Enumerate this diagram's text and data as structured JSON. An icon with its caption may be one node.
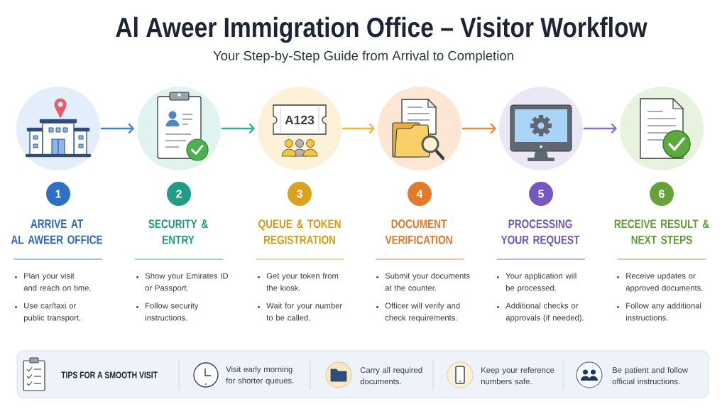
{
  "diagram": {
    "title": "Al Aweer Immigration Office – Visitor Workflow",
    "nodes": [
      {
        "text": [],
        "shape": "circle"
      },
      {
        "text": [],
        "shape": "circle"
      },
      {
        "text": [
          "A123"
        ]
      },
      {
        "text": [],
        "shape": "circle"
      },
      {
        "text": [],
        "shape": "circle"
      },
      {
        "text": [],
        "shape": "circle"
      },
      {
        "text": [
          "1"
        ],
        "beside": [
          "ARRIVE AT AL AWEER OFFICE",
          "Plan your visit and reach on time.",
          "Use car/taxi or public transport."
        ]
      },
      {
        "text": [
          "2"
        ],
        "beside": [
          "SECURITY & ENTRY",
          "Show your Emirates ID or Passport.",
          "Follow security instructions."
        ]
      },
      {
        "text": [
          "3"
        ],
        "beside": [
          "QUEUE & TOKEN REGISTRATION",
          "Get your token from the kiosk.",
          "Wait for your number to be called."
        ]
      },
      {
        "text": [
          "4"
        ],
        "beside": [
          "DOCUMENT VERIFICATION",
          "Submit your documents at the counter.",
          "Officer will verify and check requirements."
        ]
      },
      {
        "text": [
          "5"
        ],
        "beside": [
          "PROCESSING YOUR REQUEST",
          "Your application will be processed.",
          "Additional checks or approvals (if needed)."
        ]
      },
      {
        "text": [
          "6"
        ],
        "beside": [
          "RECEIVE RESULT & NEXT STEPS",
          "Receive updates or approved documents.",
          "Follow any additional instructions."
        ]
      },
      {
        "text": [
          "TIPS FOR A SMOOTH VISIT",
          "Visit early morning for shorter queues.",
          "Carry all required documents.",
          "Keep your reference numbers safe.",
          "Be patient and follow official instructions."
        ]
      }
    ],
    "edges": [
      {
        "from": 0,
        "to": 1,
        "arrow": "to",
        "color": "#3d7fd4"
      },
      {
        "from": 1,
        "to": 2,
        "arrow": "to",
        "color": "#2eab94"
      },
      {
        "from": 2,
        "to": 3,
        "arrow": "to",
        "color": "#e9b63a"
      },
      {
        "from": 3,
        "to": 4,
        "arrow": "to",
        "color": "#e8873d"
      },
      {
        "from": 4,
        "to": 5,
        "arrow": "to",
        "color": "#8b6fc7"
      }
    ],
    "labels": [
      "Your Step-by-Step Guide from Arrival to Completion"
    ]
  }
}
